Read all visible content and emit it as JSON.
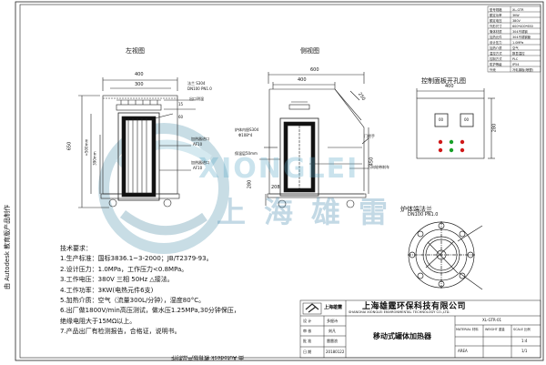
{
  "views": {
    "left": "左视图",
    "side": "侧视图",
    "panel": "控制面板开孔图",
    "flange": "炉体端法兰"
  },
  "dims": {
    "left_width": "400",
    "left_inner": "300",
    "left_height": "650",
    "left_inner_h1": "≈500mm",
    "left_inner_h2": "390mm",
    "left_top": "60",
    "left_small": "15",
    "side_total": "600",
    "side_upper": "400",
    "side_dia": "250",
    "side_h450": "450",
    "side_h280": "280",
    "side_h208": "208",
    "panel_w": "400",
    "panel_h": "280",
    "flange_dn": "DN100  PN1.0"
  },
  "labels": {
    "flange_top": "法兰 S304",
    "flange_top2": "DN100 PN1.0",
    "outlet": "出口测温",
    "heater_pipe": "加热器进口",
    "heater_pipe2": "加热器进口",
    "af1": "AF10",
    "af2": "AF10",
    "inner_mat": "炉体内胆S304",
    "inner_dim": "Φ108*4",
    "insul": "保温层50mm",
    "handle": "门把手",
    "caster": "万向轮带刹车",
    "gauge_a": "00",
    "gauge_b": "00"
  },
  "tech": {
    "title": "技术要求：",
    "items": [
      "1.生产标准：国标3836.1~3-2000；JB/T2379-93。",
      "2.设计压力：1.0MPa，工作压力<0.8MPa。",
      "3.工作电压：380V 三相 50Hz △接法。",
      "4.工作功率：3KW(电热元件6支)",
      "5.加热介质：空气（流量300L/分钟），湿度80°C。",
      "6.出厂做1800V/min高压测试，做水压1.25MPa,30分钟保压，",
      "   绝缘电阻大于15MΩ以上。",
      "7.产品出厂有检测报告，合格证，说明书。"
    ]
  },
  "title_block": {
    "company_cn": "上海雄霆环保科技有限公司",
    "company_en": "SHANGHAI XIONGLEI ENVIRONMENTAL TECHNOLOGY CO.,LTD.",
    "logo_text": "上海雄霆",
    "drawing_no": "XL-GTR-01",
    "product": "移动式罐体加热器",
    "r1a": "设  计",
    "r1b": "多掘诗",
    "r2a": "审  核",
    "r2b": "刻凡",
    "r3a": "批  准",
    "r3b": "雷雷浪",
    "r4a": "日  期",
    "r4b": "20180122",
    "h_material": "MATERIAL 材料",
    "h_weight": "WEIGHT 重量",
    "h_scale": "SCALE 比例",
    "scale": "1:4",
    "area": "AREA",
    "sheet": "1/1"
  },
  "param_table": [
    [
      "型号规格",
      "XL-GTR"
    ],
    [
      "额定功率",
      "3KW"
    ],
    [
      "额定电压",
      "380V"
    ],
    [
      "外形尺寸",
      "600*400*650"
    ],
    [
      "筒体材质",
      "304不锈钢"
    ],
    [
      "加热元件",
      "304不锈钢管"
    ],
    [
      "设计压力",
      "1.0MPa"
    ],
    [
      "加热介质",
      "空气"
    ],
    [
      "温控方式",
      "数显温控"
    ],
    [
      "控制方式",
      "PLC"
    ],
    [
      "防护等级",
      "IP54"
    ],
    [
      "外壳",
      "冷轧钢板(喷塑)"
    ]
  ],
  "watermark": {
    "en": "XIONGLEI",
    "cn": "上海雄雷"
  },
  "side_text": "由 Autodesk 教育版产品制作",
  "bottom_text": "由 Autodesk 教育版产品制作"
}
